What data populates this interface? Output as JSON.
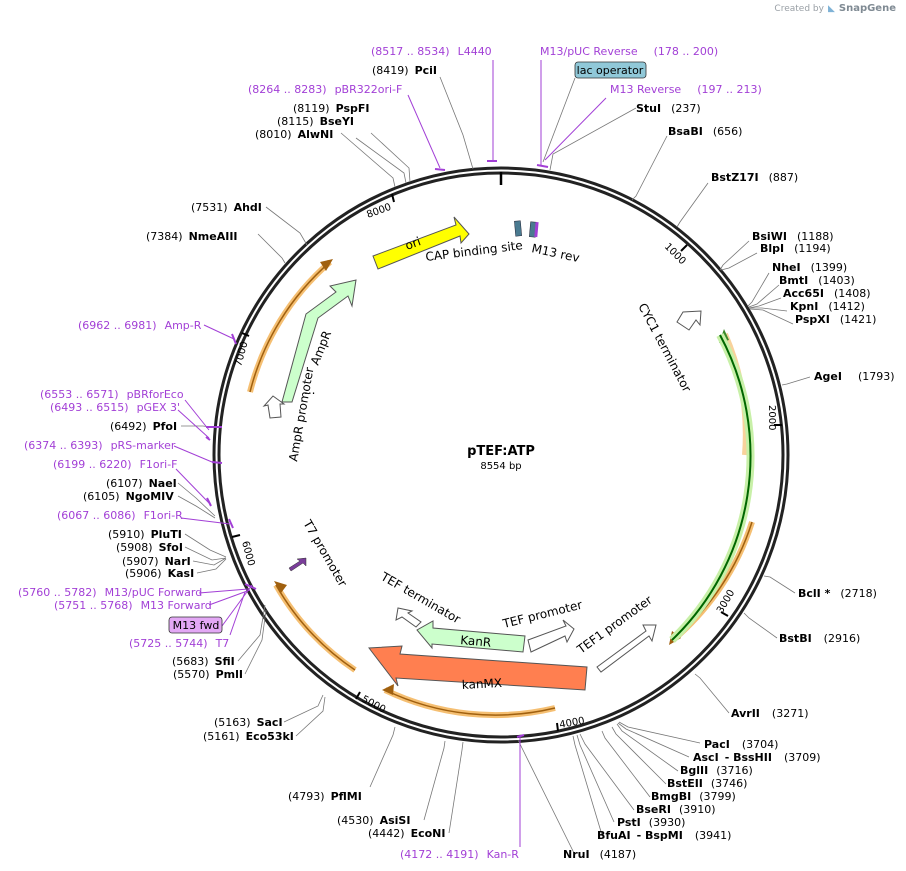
{
  "branding": {
    "created_by": "Created by",
    "product": "SnapGene"
  },
  "plasmid": {
    "name": "pTEF:ATP",
    "length_label": "8554 bp",
    "length": 8554
  },
  "colors": {
    "primer": "#a23fd6",
    "ori": "#ffff00",
    "ampr": "#ccffcc",
    "kanmx": "#ff7f50",
    "orf_outline": "#f5bf72",
    "cyc1": "#008000",
    "lac_op_fill": "#90c8d8",
    "m13fwd_fill": "#e3a8f5"
  },
  "ticks": [
    "1000",
    "2000",
    "3000",
    "4000",
    "5000",
    "6000",
    "7000",
    "8000"
  ],
  "features": {
    "ori": "ori",
    "ampr": "AmpR",
    "ampr_promoter": "AmpR promoter",
    "cap_site": "CAP binding site",
    "m13rev": "M13 rev",
    "cyc1": "CYC1 terminator",
    "tef1": "TEF1 promoter",
    "kanmx": "kanMX",
    "kanr": "KanR",
    "tef_prom": "TEF promoter",
    "tef_term": "TEF terminator",
    "t7": "T7 promoter",
    "lac_operator": "lac operator",
    "m13_fwd": "M13 fwd"
  },
  "enzymes": [
    {
      "name": "PciI",
      "pos": "(8419)"
    },
    {
      "name": "PspFI",
      "pos": "(8119)"
    },
    {
      "name": "BseYI",
      "pos": "(8115)"
    },
    {
      "name": "AlwNI",
      "pos": "(8010)"
    },
    {
      "name": "AhdI",
      "pos": "(7531)"
    },
    {
      "name": "NmeAIII",
      "pos": "(7384)"
    },
    {
      "name": "PfoI",
      "pos": "(6492)"
    },
    {
      "name": "NaeI",
      "pos": "(6107)"
    },
    {
      "name": "NgoMIV",
      "pos": "(6105)"
    },
    {
      "name": "PluTI",
      "pos": "(5910)"
    },
    {
      "name": "SfoI",
      "pos": "(5908)"
    },
    {
      "name": "NarI",
      "pos": "(5907)"
    },
    {
      "name": "KasI",
      "pos": "(5906)"
    },
    {
      "name": "SfiI",
      "pos": "(5683)"
    },
    {
      "name": "PmlI",
      "pos": "(5570)"
    },
    {
      "name": "SacI",
      "pos": "(5163)"
    },
    {
      "name": "Eco53kI",
      "pos": "(5161)"
    },
    {
      "name": "PflMI",
      "pos": "(4793)"
    },
    {
      "name": "AsiSI",
      "pos": "(4530)"
    },
    {
      "name": "EcoNI",
      "pos": "(4442)"
    },
    {
      "name": "NruI",
      "pos": "(4187)"
    },
    {
      "name": "StuI",
      "pos": "(237)"
    },
    {
      "name": "BsaBI",
      "pos": "(656)"
    },
    {
      "name": "BstZ17I",
      "pos": "(887)"
    },
    {
      "name": "BsiWI",
      "pos": "(1188)"
    },
    {
      "name": "BlpI",
      "pos": "(1194)"
    },
    {
      "name": "NheI",
      "pos": "(1399)"
    },
    {
      "name": "BmtI",
      "pos": "(1403)"
    },
    {
      "name": "Acc65I",
      "pos": "(1408)"
    },
    {
      "name": "KpnI",
      "pos": "(1412)"
    },
    {
      "name": "PspXI",
      "pos": "(1421)"
    },
    {
      "name": "AgeI",
      "pos": "(1793)"
    },
    {
      "name": "BclI *",
      "pos": "(2718)"
    },
    {
      "name": "BstBI",
      "pos": "(2916)"
    },
    {
      "name": "AvrII",
      "pos": "(3271)"
    },
    {
      "name": "PacI",
      "pos": "(3704)"
    },
    {
      "name": "AscI",
      "pos": "- BssHII",
      "extra": "(3709)"
    },
    {
      "name": "BglII",
      "pos": "(3716)"
    },
    {
      "name": "BstEII",
      "pos": "(3746)"
    },
    {
      "name": "BmgBI",
      "pos": "(3799)"
    },
    {
      "name": "BseRI",
      "pos": "(3910)"
    },
    {
      "name": "PstI",
      "pos": "(3930)"
    },
    {
      "name": "BfuAI",
      "pos": "- BspMI",
      "extra": "(3941)"
    }
  ],
  "primers": [
    {
      "range": "(8517 .. 8534)",
      "name": "L4440"
    },
    {
      "range": "(8264 .. 8283)",
      "name": "pBR322ori-F"
    },
    {
      "range": "(6962 .. 6981)",
      "name": "Amp-R"
    },
    {
      "range": "(6553 .. 6571)",
      "name": "pBRforEco"
    },
    {
      "range": "(6493 .. 6515)",
      "name": "pGEX 3'"
    },
    {
      "range": "(6374 .. 6393)",
      "name": "pRS-marker"
    },
    {
      "range": "(6199 .. 6220)",
      "name": "F1ori-F"
    },
    {
      "range": "(6067 .. 6086)",
      "name": "F1ori-R"
    },
    {
      "range": "(5760 .. 5782)",
      "name": "M13/pUC Forward"
    },
    {
      "range": "(5751 .. 5768)",
      "name": "M13 Forward"
    },
    {
      "range": "(5725 .. 5744)",
      "name": "T7"
    },
    {
      "range": "(4172 .. 4191)",
      "name": "Kan-R"
    },
    {
      "range": "(178 .. 200)",
      "name": "M13/pUC Reverse"
    },
    {
      "range": "(197 .. 213)",
      "name": "M13 Reverse"
    }
  ]
}
